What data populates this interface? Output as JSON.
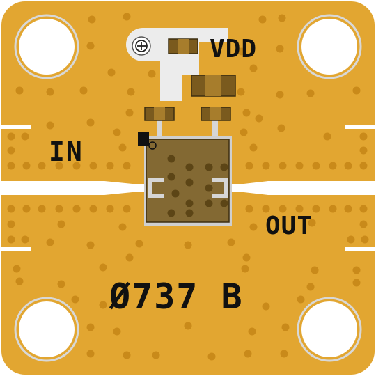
{
  "colors": {
    "substrate": "#e2a631",
    "via": "#c98a1a",
    "trace": "#e8e8e8",
    "chip": "#7d6126",
    "chip_outline": "#3d2e10",
    "component": "#6e5420",
    "component_mid": "#a77d2c",
    "hole": "#ffffff",
    "text": "#111111"
  },
  "labels": {
    "vdd": "VDD",
    "input": "IN",
    "output": "OUT",
    "part_number": "Ø737 B"
  },
  "icons": {
    "ground_symbol": "ground-screw-icon",
    "pin1_marker": "pin-one-marker-icon"
  }
}
